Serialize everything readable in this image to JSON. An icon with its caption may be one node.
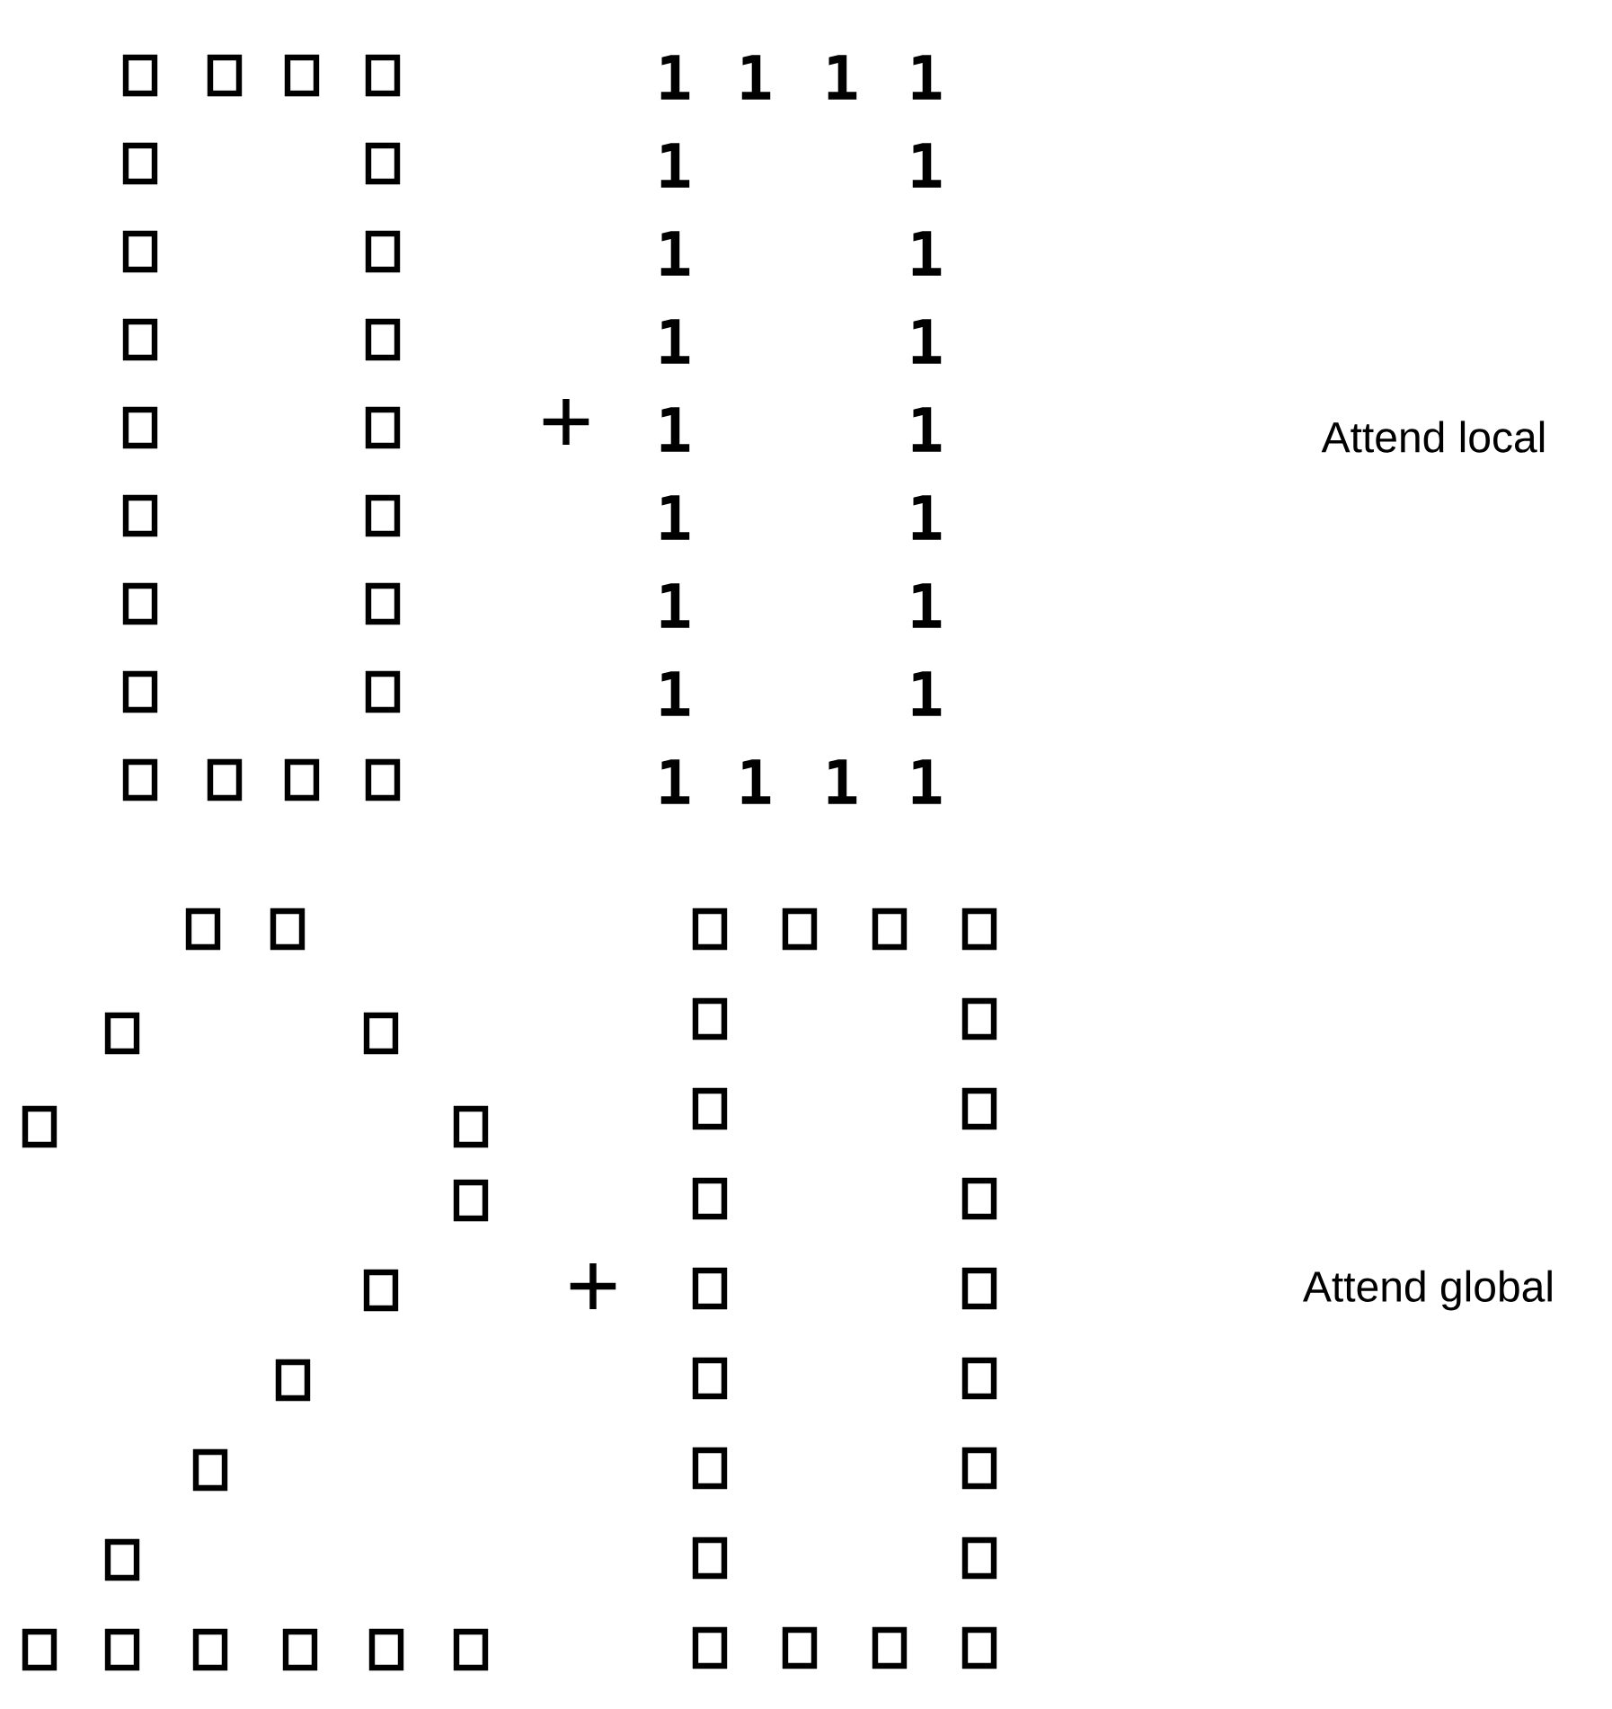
{
  "diagram": {
    "labels": [
      "1",
      "1",
      "1",
      "1",
      "1",
      "1",
      "1",
      "1",
      "1",
      "1",
      "1",
      "1",
      "1",
      "1",
      "1",
      "1",
      "1",
      "1",
      "1",
      "1",
      "1",
      "1",
      "+",
      "Attend local",
      "+",
      "Attend global"
    ]
  }
}
